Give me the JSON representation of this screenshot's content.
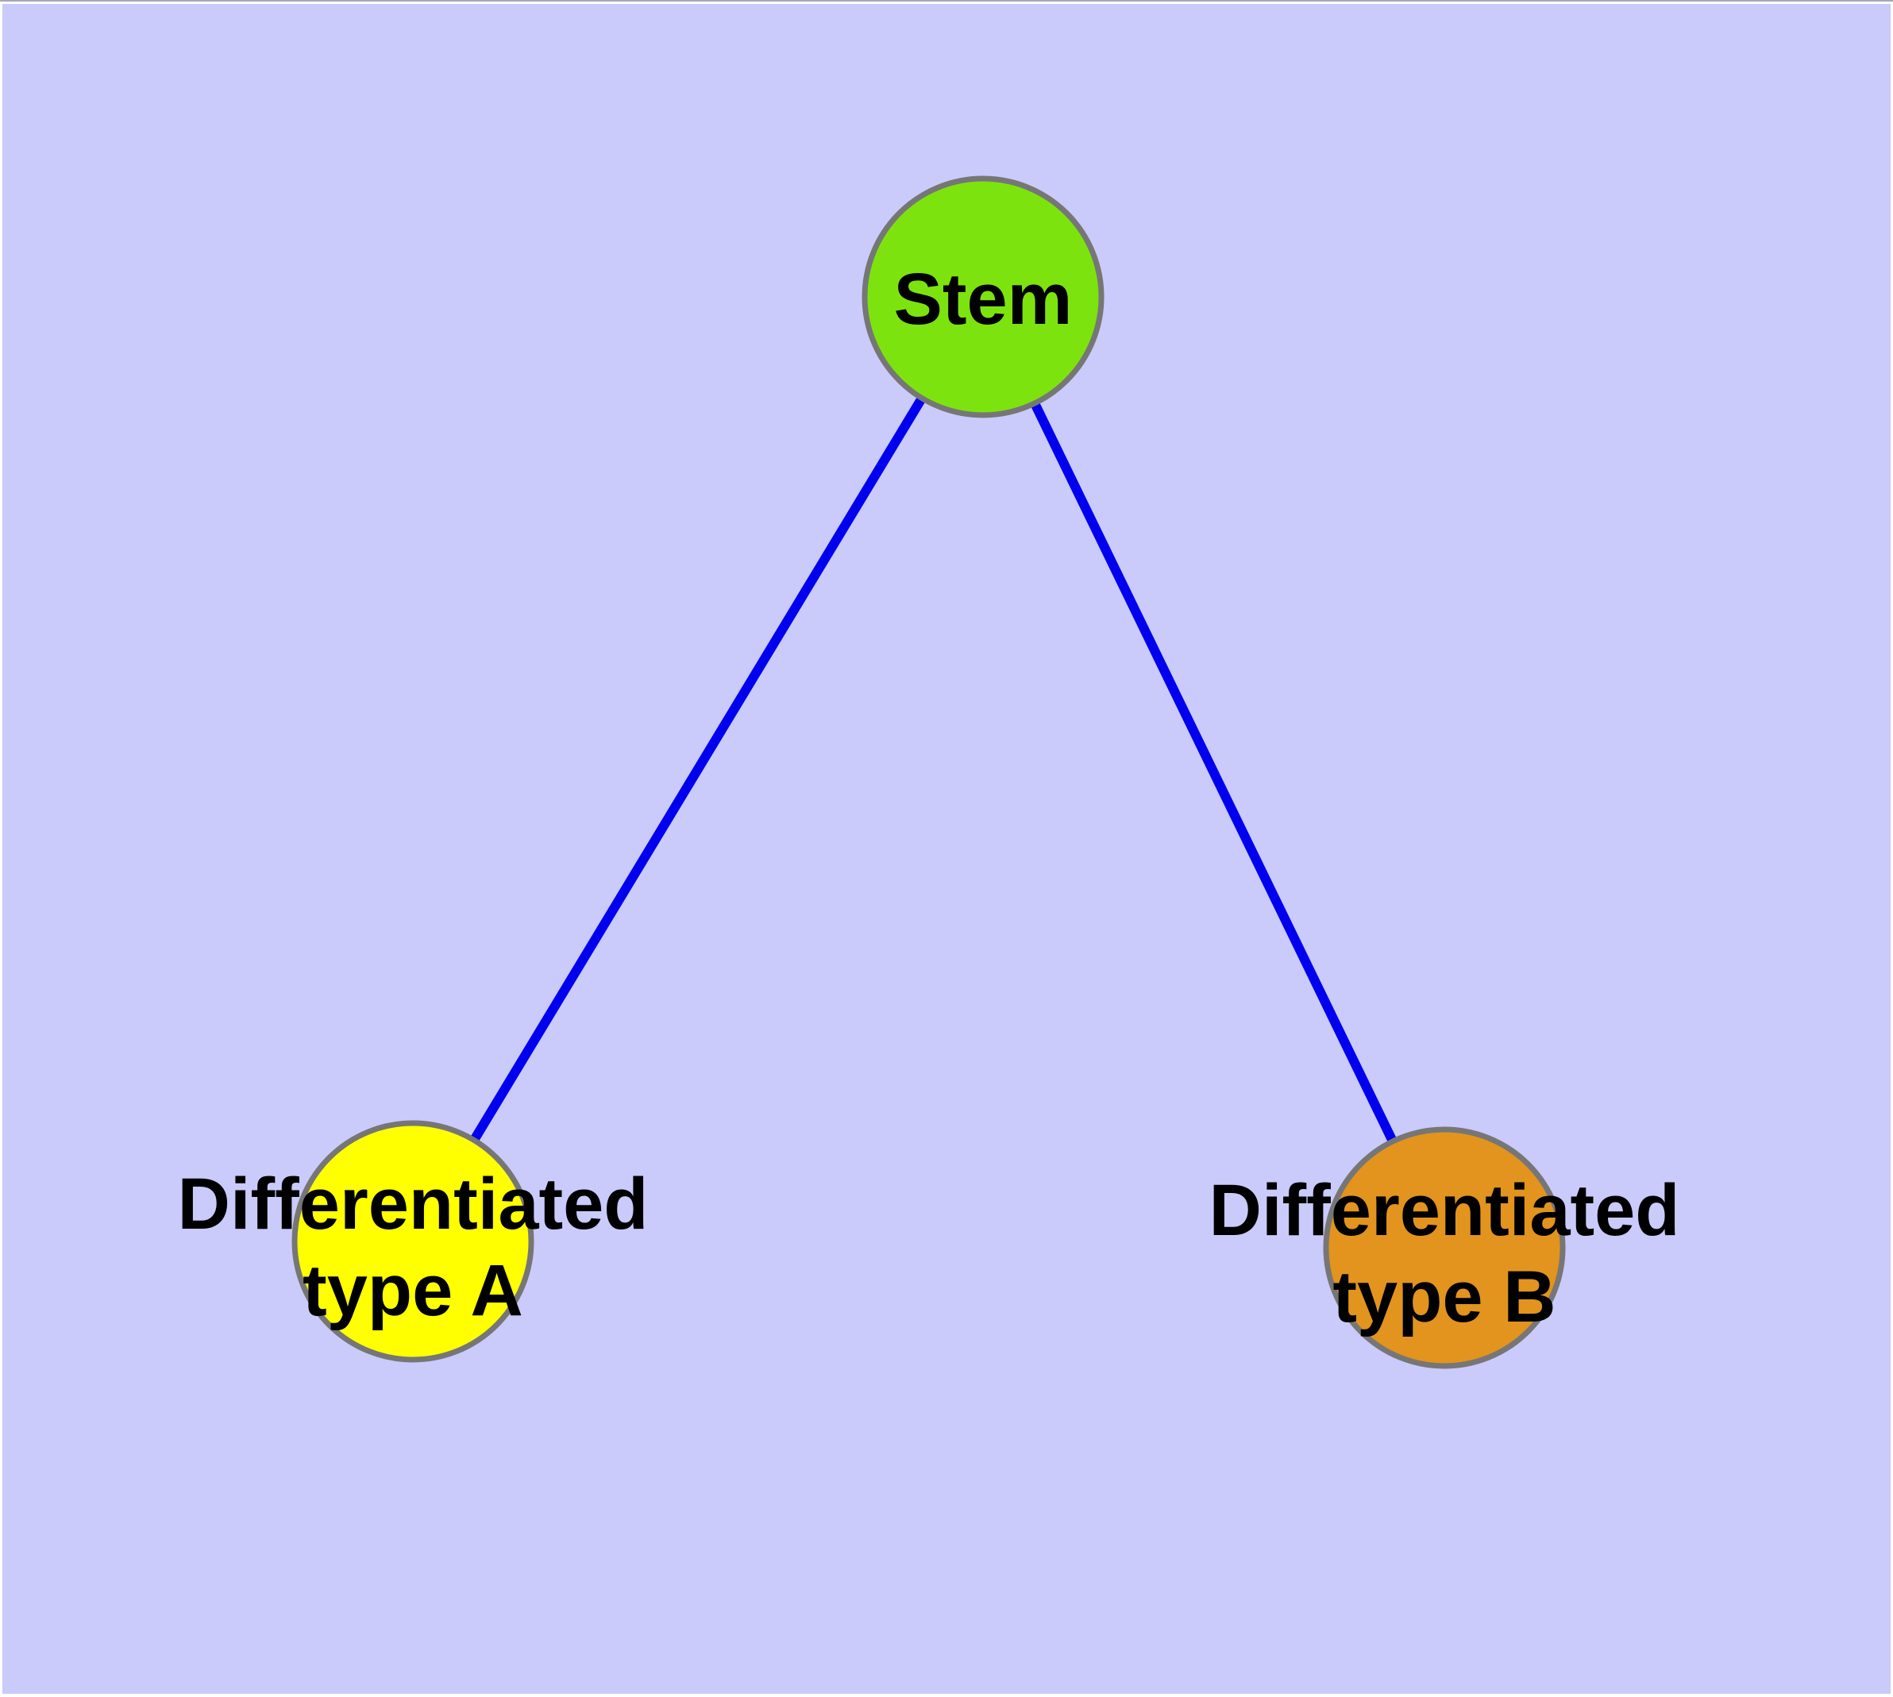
{
  "diagram": {
    "background_color": "#CACAFB",
    "frame_color": "#FFFFFF",
    "top_edge_color": "#A8A8B8",
    "edge_color": "#0000EE",
    "edge_width": 12,
    "node_border_color": "#767676",
    "node_border_width": 7,
    "label_color": "#000000",
    "nodes": {
      "stem": {
        "label": "Stem",
        "fill": "#7DE30E"
      },
      "type_a": {
        "label_line1": "Differentiated",
        "label_line2": "type A",
        "fill": "#FFFF00"
      },
      "type_b": {
        "label_line1": "Differentiated",
        "label_line2": "type B",
        "fill": "#E2941E"
      }
    },
    "edges": [
      {
        "from": "Stem",
        "to": "Differentiated type A"
      },
      {
        "from": "Stem",
        "to": "Differentiated type B"
      }
    ]
  }
}
